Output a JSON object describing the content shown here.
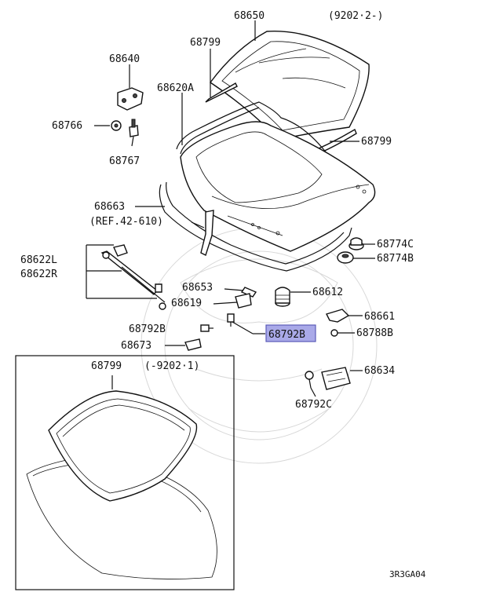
{
  "labels": {
    "p68650": "68650",
    "p68799_top": "68799",
    "p68640": "68640",
    "p68620a": "68620A",
    "p68799_right": "68799",
    "p68766": "68766",
    "p68767": "68767",
    "p68663": "68663",
    "ref": "(REF.42-610)",
    "p68774c": "68774C",
    "p68622l": "68622L",
    "p68774b": "68774B",
    "p68622r": "68622R",
    "p68653": "68653",
    "p68612": "68612",
    "p68619": "68619",
    "p68661": "68661",
    "p68792b_left": "68792B",
    "p68792b_hl": "68792B",
    "p68788b": "68788B",
    "p68673": "68673",
    "p68634": "68634",
    "p68799_inset": "68799",
    "p68792c": "68792C"
  },
  "date_ranges": {
    "top": "(9202·2-)",
    "inset": "(-9202·1)"
  },
  "diagram_code": "3R3GA04",
  "colors": {
    "highlight_fill": "#a9a9e8",
    "highlight_stroke": "#5a5ab8",
    "line": "#111111"
  }
}
